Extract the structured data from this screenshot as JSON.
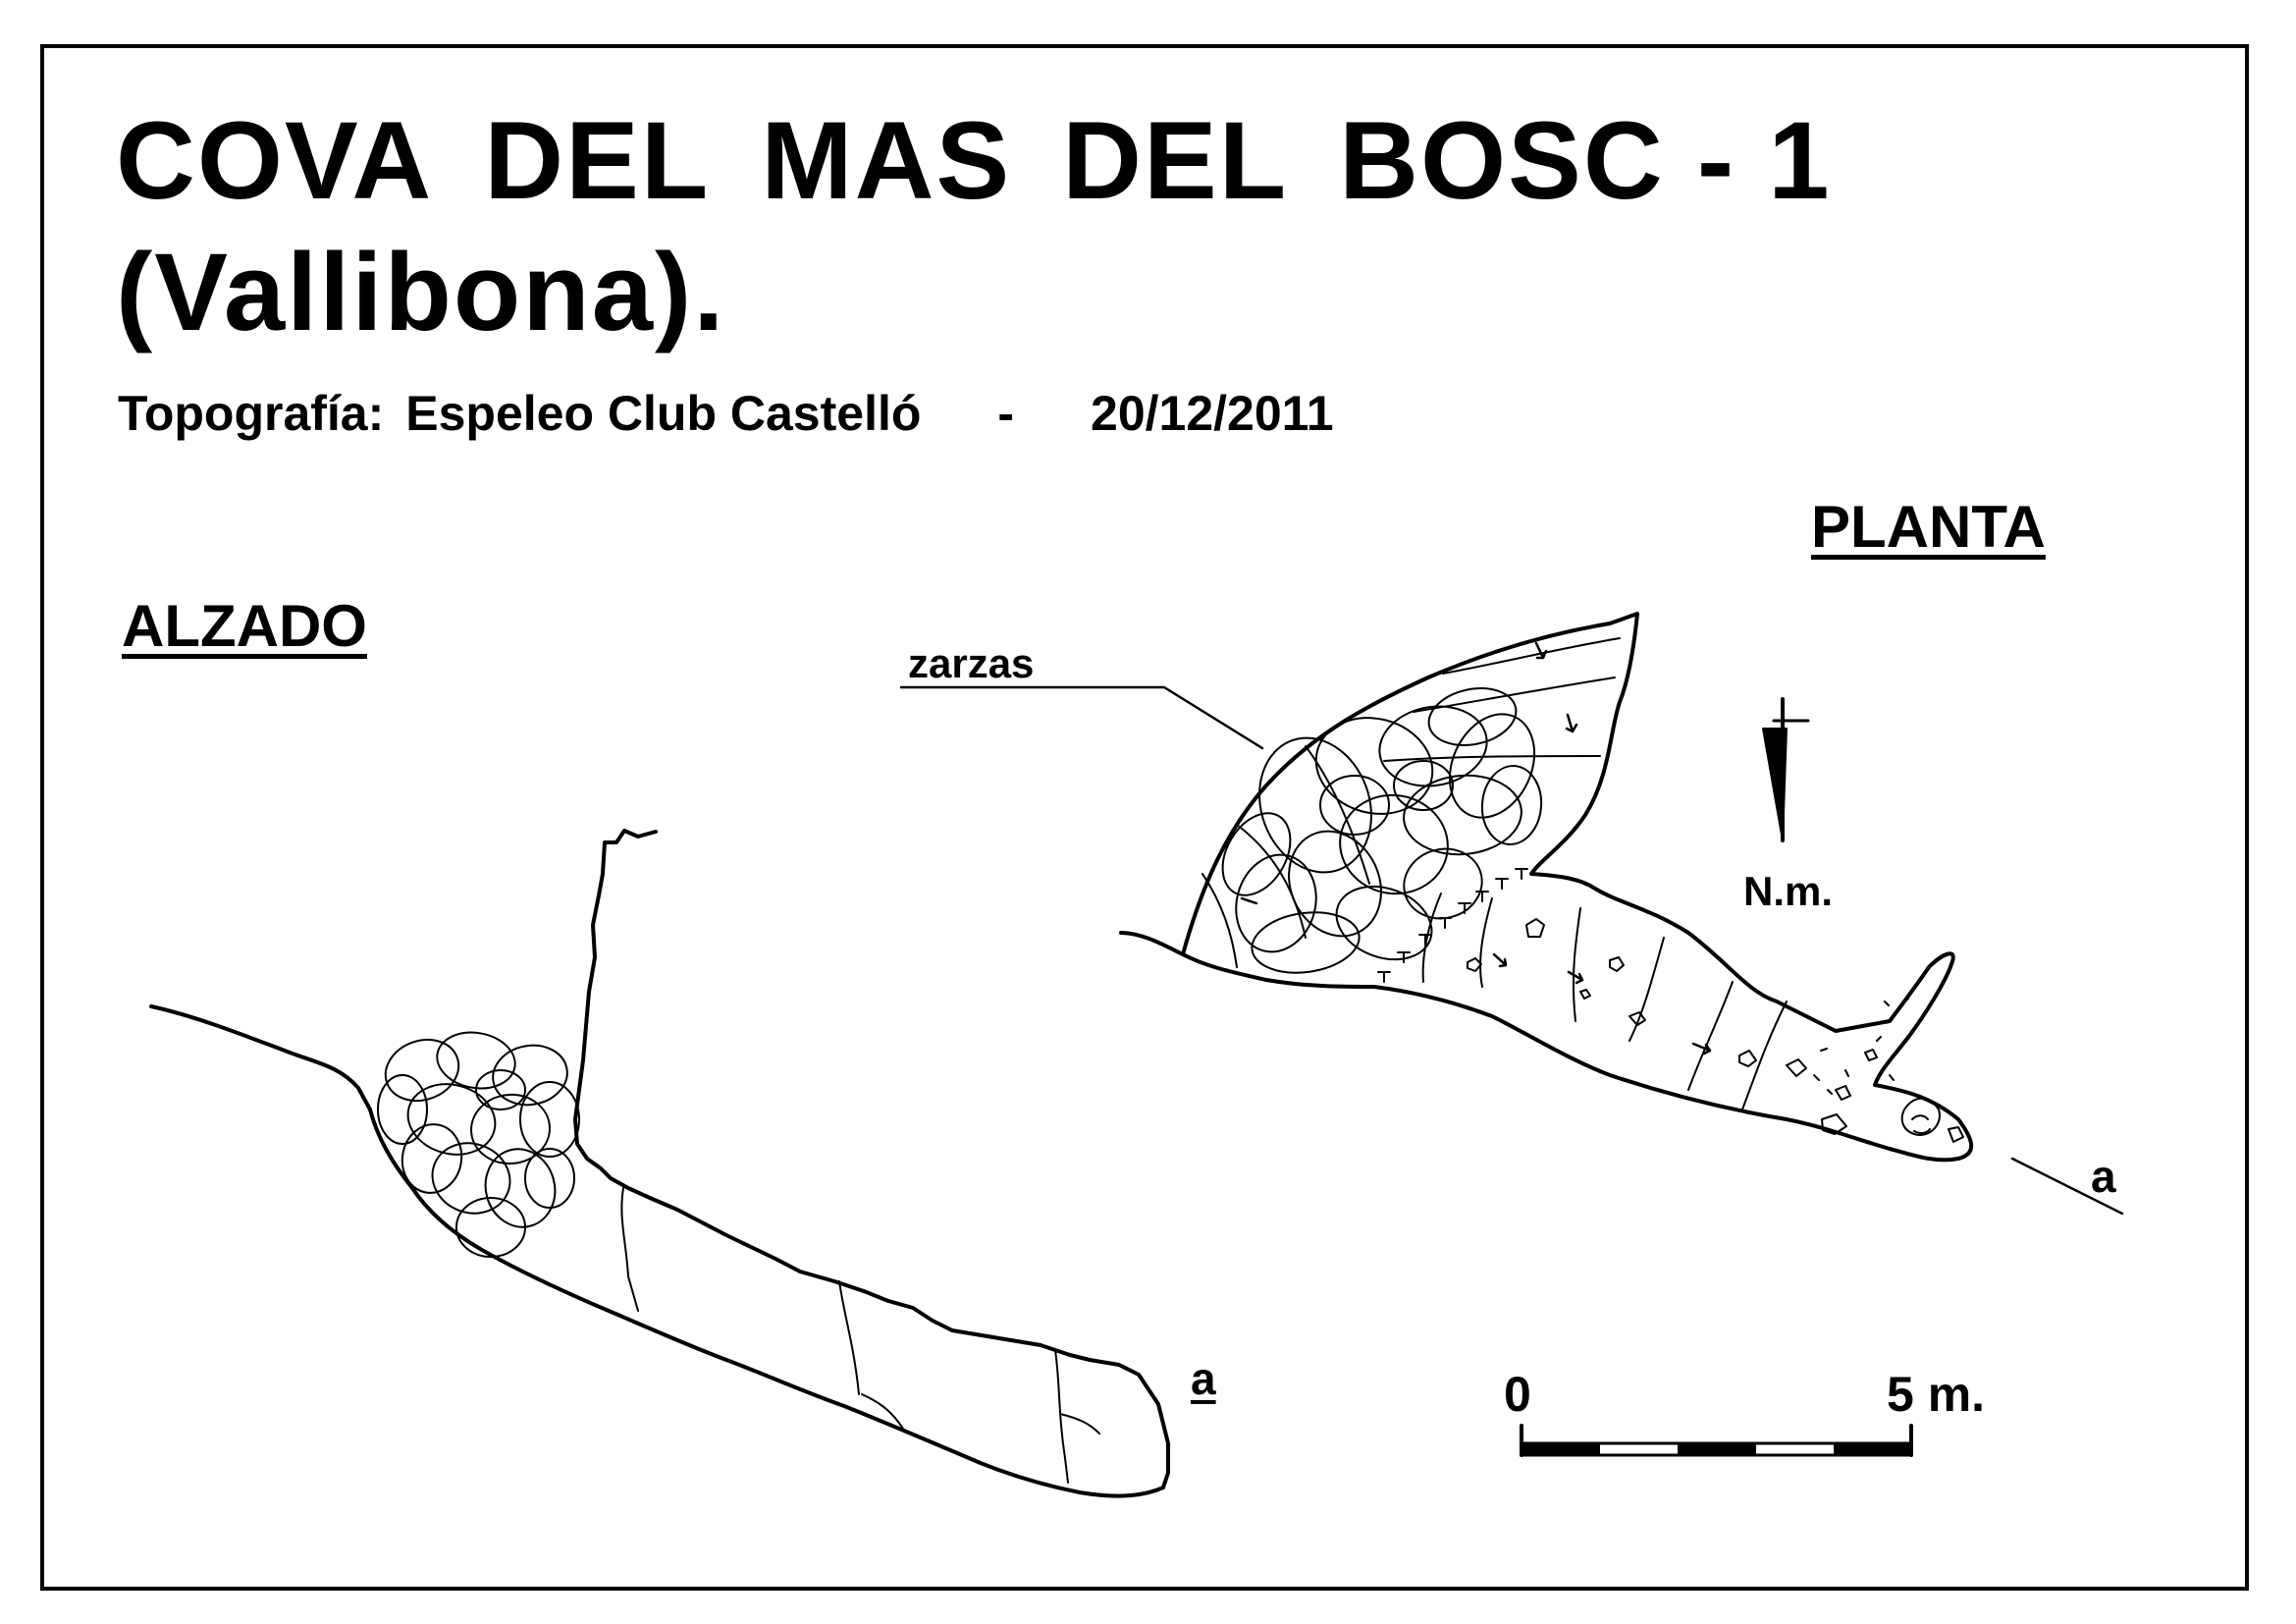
{
  "title": {
    "line1_words": [
      "COVA",
      "DEL",
      "MAS",
      "DEL",
      "BOSC - 1"
    ],
    "line2": "(Vallibona)."
  },
  "credit": {
    "label": "Topografía:",
    "organization": "Espeleo Club Castelló",
    "separator": "-",
    "date": "20/12/2011"
  },
  "sections": {
    "plan": "PLANTA",
    "elevation": "ALZADO"
  },
  "annotations": {
    "vegetation": "zarzas",
    "north": "N.m.",
    "profile_marker_plan": "a",
    "profile_marker_elevation": "a"
  },
  "scale_bar": {
    "start_label": "0",
    "end_label": "5 m.",
    "segments": 5
  },
  "colors": {
    "ink": "#000000",
    "paper": "#ffffff"
  }
}
